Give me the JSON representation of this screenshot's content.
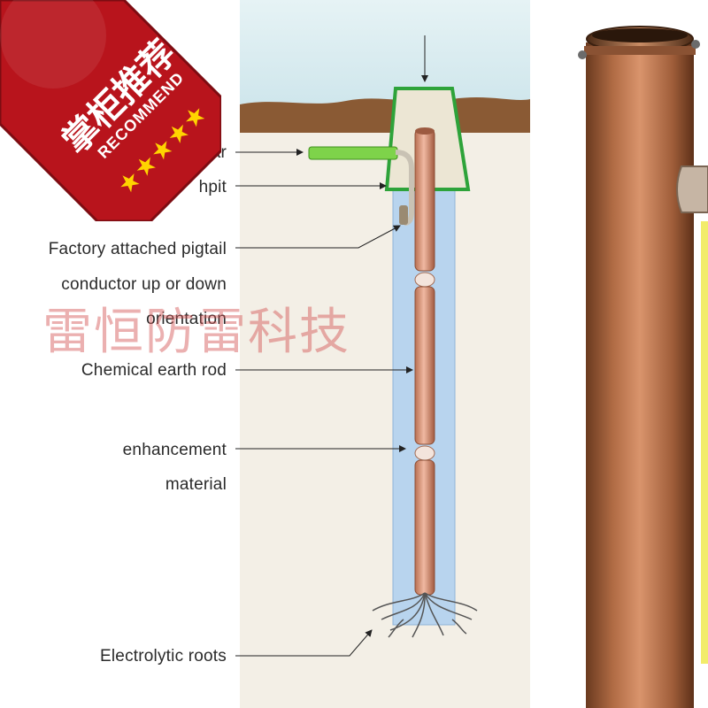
{
  "badge": {
    "title": "掌柜推荐",
    "subtitle": "RECOMMEND",
    "stars": "★★★★★",
    "color": "#b8141c"
  },
  "watermark": "雷恒防雷科技",
  "callouts": [
    {
      "id": "top",
      "text": "ar"
    },
    {
      "id": "pit",
      "text": "hpit"
    },
    {
      "id": "pigtail-1",
      "text": "Factory attached pigtail"
    },
    {
      "id": "pigtail-2",
      "text": "conductor up or down"
    },
    {
      "id": "pigtail-3",
      "text": "orientation"
    },
    {
      "id": "rod",
      "text": "Chemical earth rod"
    },
    {
      "id": "enh-1",
      "text": "enhancement"
    },
    {
      "id": "enh-2",
      "text": "material"
    },
    {
      "id": "roots",
      "text": "Electrolytic roots"
    }
  ],
  "colors": {
    "sky": "#d7ecef",
    "soil": "#8a5a34",
    "ground": "#f3efe6",
    "backfill": "#b8d4ee",
    "copper": "#d79a7f",
    "pit_outline": "#2ea33a",
    "conductor": "#7ed34a"
  }
}
